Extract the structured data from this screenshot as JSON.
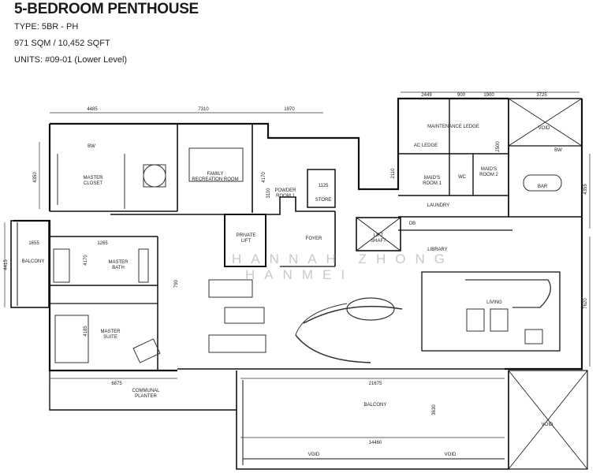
{
  "header": {
    "title": "5-BEDROOM PENTHOUSE",
    "type": "TYPE: 5BR - PH",
    "area": "971 SQM / 10,452 SQFT",
    "units": "UNITS:  #09-01 (Lower Level)"
  },
  "watermark": {
    "line1": "HANNAH ZHONG",
    "line2": "HANMEI"
  },
  "rooms": {
    "bw_top": "BW",
    "master_closet": "MASTER\nCLOSET",
    "family_room": "FAMILY\nRECREATION ROOM",
    "powder_room": "POWDER\nROOM 1",
    "store": "STORE",
    "private_lift": "PRIVATE\nLIFT",
    "foyer": "FOYER",
    "lift_shaft": "LIFT\nSHAFT",
    "maintenance_ledge": "MAINTENANCE LEDGE",
    "ac_ledge": "AC LEDGE",
    "maids_room_1": "MAID'S\nROOM 1",
    "wc": "WC",
    "maids_room_2": "MAID'S\nROOM 2",
    "void_top": "VOID",
    "bw_right": "BW",
    "bar": "BAR",
    "laundry": "LAUNDRY",
    "db": "DB",
    "library": "LIBRARY",
    "balcony_left": "BALCONY",
    "master_bath": "MASTER\nBATH",
    "master_suite": "MASTER\nSUITE",
    "living": "LIVING",
    "communal_planter": "COMMUNAL\nPLANTER",
    "balcony_bottom": "BALCONY",
    "void_bottom": "VOID",
    "void_b1": "VOID",
    "void_b2": "VOID"
  },
  "dimensions": {
    "d4485": "4485",
    "d7310": "7310",
    "d1970": "1970",
    "d2449": "2449",
    "d900": "900",
    "d1900": "1900",
    "d3725": "3725",
    "d4350": "4350",
    "d4170a": "4170",
    "d3110": "3110",
    "d1125": "1125",
    "d2110": "2110",
    "d2500": "2500",
    "d4355": "4355",
    "d1655": "1655",
    "d1265": "1265",
    "d4415": "4415",
    "d4170b": "4170",
    "d7620": "7620",
    "d4185": "4185",
    "d6875": "6875",
    "d21675": "21675",
    "d3630": "3630",
    "d14460": "14460",
    "d790": "790"
  }
}
